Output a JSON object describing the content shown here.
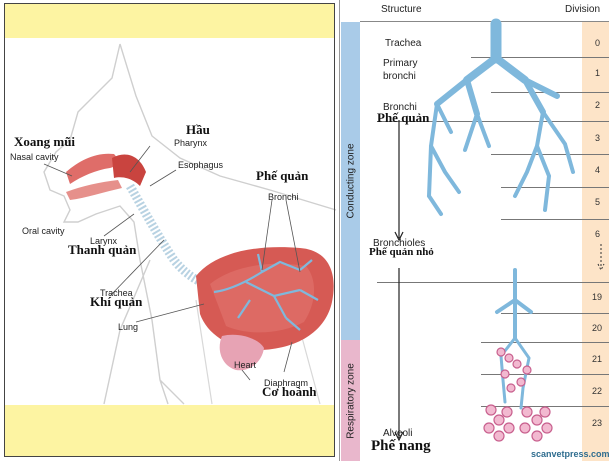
{
  "left": {
    "labels_en": {
      "nasal_cavity": "Nasal cavity",
      "oral_cavity": "Oral cavity",
      "pharynx": "Pharynx",
      "esophagus": "Esophagus",
      "larynx": "Larynx",
      "trachea": "Trachea",
      "lung": "Lung",
      "bronchi": "Bronchi",
      "heart": "Heart",
      "diaphragm": "Diaphragm"
    },
    "labels_vn": {
      "xoang_mui": "Xoang mũi",
      "hau": "Hầu",
      "thanh_quan": "Thanh quản",
      "khi_quan": "Khí quản",
      "phe_quan": "Phế quản",
      "co_hoanh": "Cơ hoành"
    },
    "colors": {
      "band": "#fdf4a2",
      "organ": "#d9534f",
      "airway": "#7fb8dc"
    }
  },
  "right": {
    "header": {
      "structure": "Structure",
      "division": "Division"
    },
    "zones": {
      "conducting": "Conducting zone",
      "respiratory": "Respiratory zone"
    },
    "structures": {
      "trachea": "Trachea",
      "primary_bronchi_1": "Primary",
      "primary_bronchi_2": "bronchi",
      "bronchi": "Bronchi",
      "bronchioles": "Bronchioles",
      "alveoli": "Alveoli"
    },
    "labels_vn": {
      "phe_quan": "Phế quản",
      "phe_quan_nho": "Phế quản nhỏ",
      "phe_nang": "Phế nang"
    },
    "divisions": [
      "0",
      "1",
      "2",
      "3",
      "4",
      "5",
      "6",
      "19",
      "20",
      "21",
      "22",
      "23"
    ],
    "watermark": "scanvetpress.com",
    "colors": {
      "conducting_band": "#a9cbe8",
      "respiratory_band": "#e9b7cc",
      "division_col": "#fde4c8",
      "airway": "#7fb8dc"
    }
  }
}
